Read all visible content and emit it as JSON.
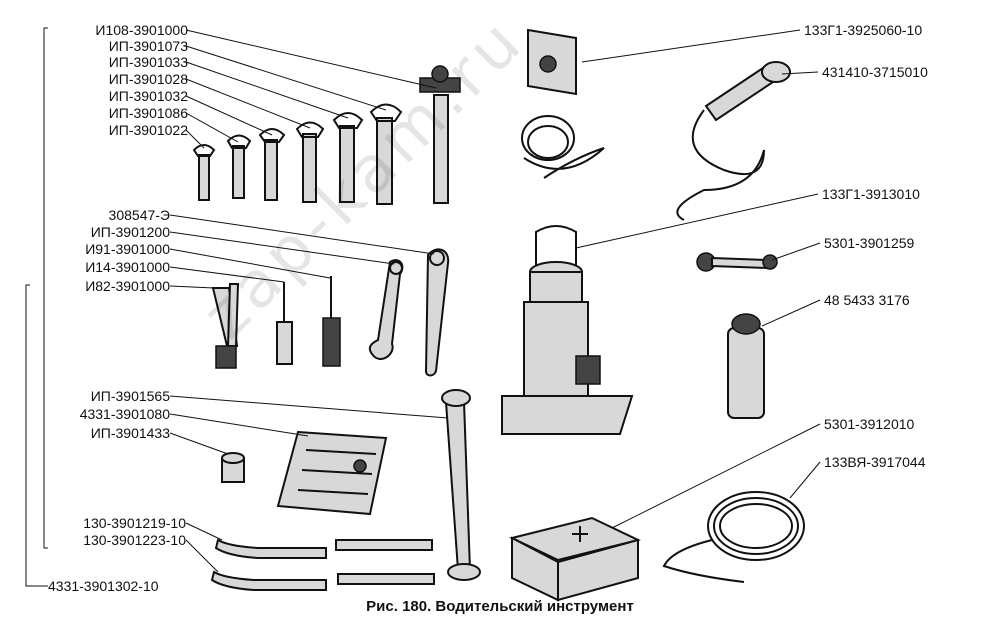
{
  "figure": {
    "caption": "Рис. 180. Водительский инструмент",
    "watermark": "zap-kam.ru"
  },
  "labels_left": [
    {
      "id": "i108",
      "text": "И108-3901000"
    },
    {
      "id": "ip073",
      "text": "ИП-3901073"
    },
    {
      "id": "ip033",
      "text": "ИП-3901033"
    },
    {
      "id": "ip028",
      "text": "ИП-3901028"
    },
    {
      "id": "ip032",
      "text": "ИП-3901032"
    },
    {
      "id": "ip086",
      "text": "ИП-3901086"
    },
    {
      "id": "ip022",
      "text": "ИП-3901022"
    },
    {
      "id": "n308547",
      "text": "308547-Э"
    },
    {
      "id": "ip200",
      "text": "ИП-3901200"
    },
    {
      "id": "i91",
      "text": "И91-3901000"
    },
    {
      "id": "i14",
      "text": "И14-3901000"
    },
    {
      "id": "i82",
      "text": "И82-3901000"
    },
    {
      "id": "ip565",
      "text": "ИП-3901565"
    },
    {
      "id": "n4331_080",
      "text": "4331-3901080"
    },
    {
      "id": "ip433",
      "text": "ИП-3901433"
    },
    {
      "id": "n130_219",
      "text": "130-3901219-10"
    },
    {
      "id": "n130_223",
      "text": "130-3901223-10"
    },
    {
      "id": "n4331_302",
      "text": "4331-3901302-10"
    }
  ],
  "labels_right": [
    {
      "id": "g133_060",
      "text": "133Г1-3925060-10"
    },
    {
      "id": "n431410",
      "text": "431410-3715010"
    },
    {
      "id": "g133_010",
      "text": "133Г1-3913010"
    },
    {
      "id": "n5301_259",
      "text": "5301-3901259"
    },
    {
      "id": "n48",
      "text": "48 5433 3176"
    },
    {
      "id": "n5301_010",
      "text": "5301-3912010"
    },
    {
      "id": "v133_044",
      "text": "133ВЯ-3917044"
    }
  ]
}
